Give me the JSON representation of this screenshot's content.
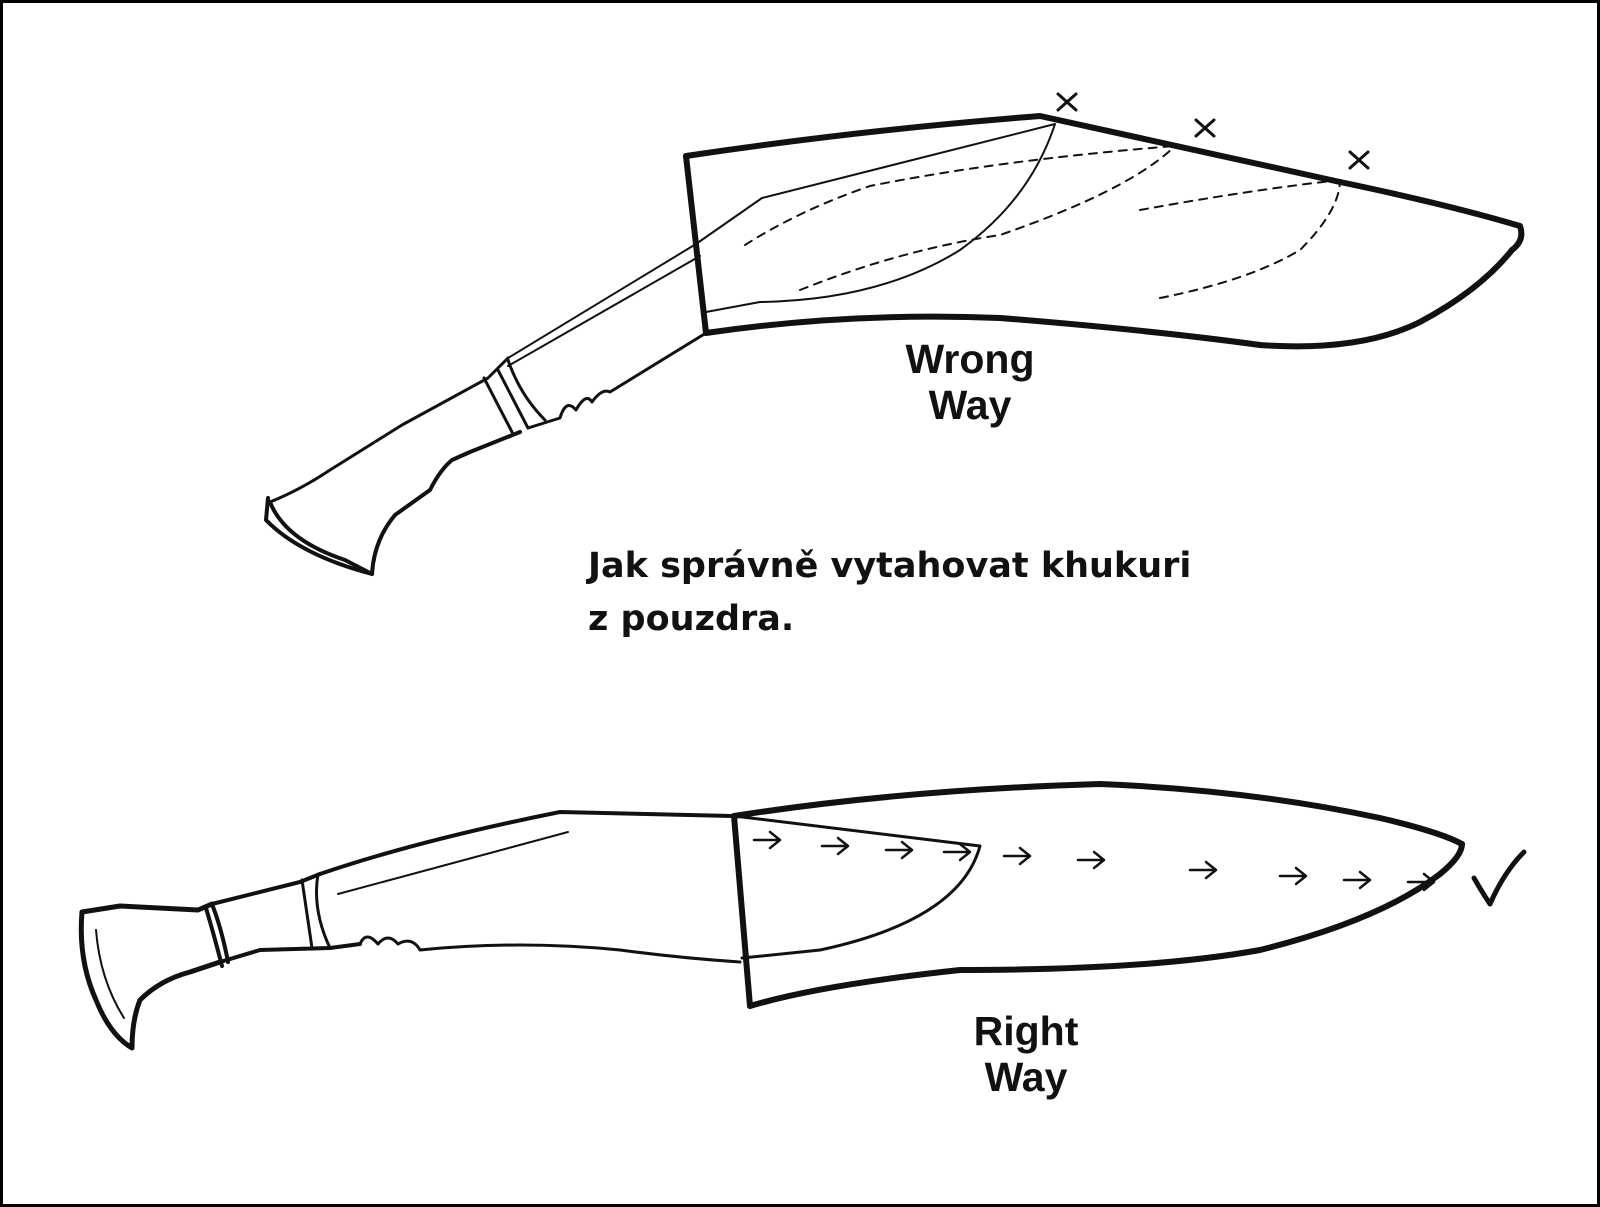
{
  "labels": {
    "wrong_line1": "Wrong",
    "wrong_line2": "Way",
    "right_line1": "Right",
    "right_line2": "Way"
  },
  "caption": {
    "line1": "Jak správně vytahovat khukuri",
    "line2": "z pouzdra."
  },
  "marks": {
    "wrong_mark": "×",
    "arrow_mark": "→",
    "right_mark": "✓"
  },
  "colors": {
    "ink": "#111111",
    "background": "#ffffff"
  }
}
